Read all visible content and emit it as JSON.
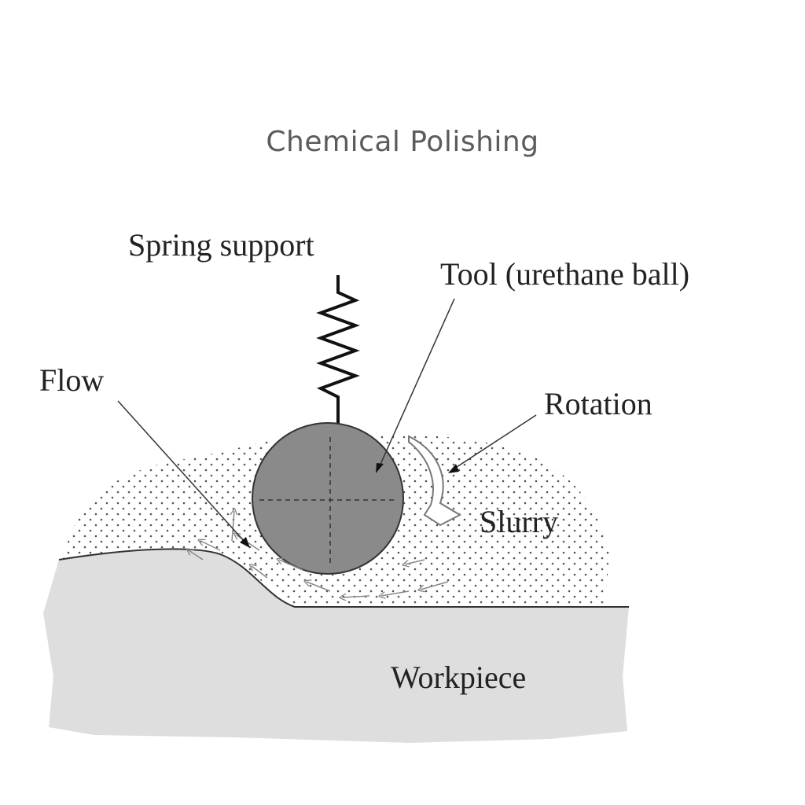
{
  "title": "Chemical Polishing",
  "labels": {
    "spring_support": "Spring support",
    "tool": "Tool (urethane ball)",
    "flow": "Flow",
    "rotation": "Rotation",
    "slurry": "Slurry",
    "workpiece": "Workpiece"
  },
  "colors": {
    "title_text": "#5b5b5b",
    "label_text": "#222222",
    "workpiece_fill": "#dedede",
    "ball_fill": "#8a8a8a",
    "slurry_dots": "#555555"
  }
}
